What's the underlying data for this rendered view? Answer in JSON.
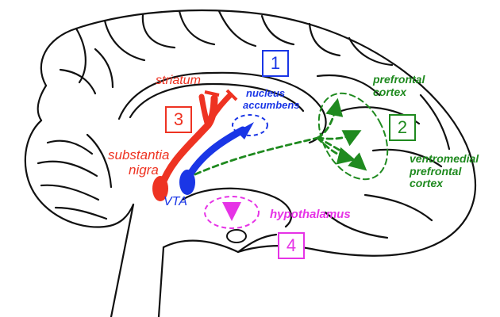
{
  "colors": {
    "outline": "#111111",
    "red": "#ee3322",
    "blue": "#1a36e6",
    "green": "#1f8a1f",
    "magenta": "#e633e6"
  },
  "labels": {
    "striatum": "striatum",
    "nucleus_line1": "nucleus",
    "nucleus_line2": "accumbens",
    "prefrontal_line1": "prefrontal",
    "prefrontal_line2": "cortex",
    "substantia_line1": "substantia",
    "substantia_line2": "nigra",
    "vta": "VTA",
    "ventromedial_line1": "ventromedial",
    "ventromedial_line2": "prefrontal",
    "ventromedial_line3": "cortex",
    "hypothalamus": "hypothalamus"
  },
  "pathway_numbers": {
    "one": "1",
    "two": "2",
    "three": "3",
    "four": "4"
  }
}
